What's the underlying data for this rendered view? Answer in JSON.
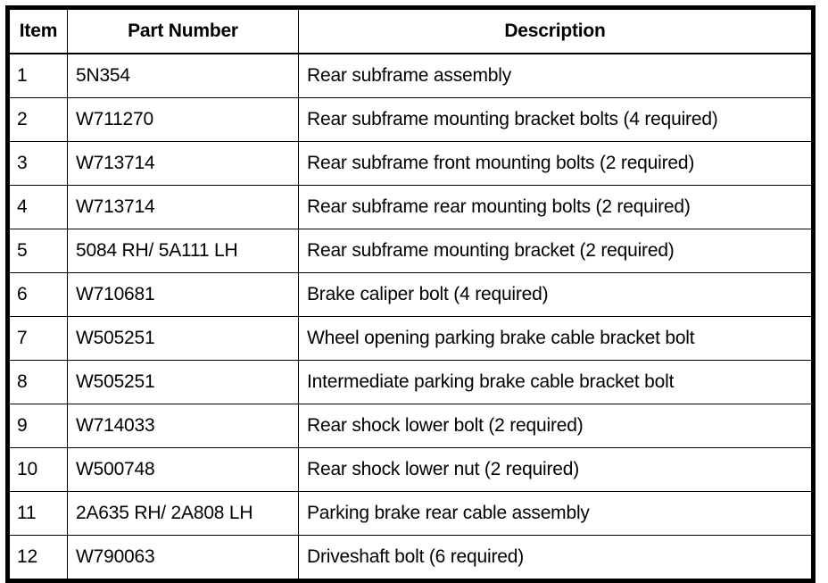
{
  "table": {
    "columns": [
      {
        "key": "item",
        "label": "Item"
      },
      {
        "key": "part_number",
        "label": "Part Number"
      },
      {
        "key": "description",
        "label": "Description"
      }
    ],
    "rows": [
      {
        "item": "1",
        "part_number": "5N354",
        "description": "Rear subframe assembly"
      },
      {
        "item": "2",
        "part_number": "W711270",
        "description": "Rear subframe mounting bracket bolts (4 required)"
      },
      {
        "item": "3",
        "part_number": "W713714",
        "description": "Rear subframe front mounting bolts (2 required)"
      },
      {
        "item": "4",
        "part_number": "W713714",
        "description": "Rear subframe rear mounting bolts (2 required)"
      },
      {
        "item": "5",
        "part_number": "5084 RH/ 5A111 LH",
        "description": "Rear subframe mounting bracket (2 required)"
      },
      {
        "item": "6",
        "part_number": "W710681",
        "description": "Brake caliper bolt (4 required)"
      },
      {
        "item": "7",
        "part_number": "W505251",
        "description": "Wheel opening parking brake cable bracket bolt"
      },
      {
        "item": "8",
        "part_number": "W505251",
        "description": "Intermediate parking brake cable bracket bolt"
      },
      {
        "item": "9",
        "part_number": "W714033",
        "description": "Rear shock lower bolt (2 required)"
      },
      {
        "item": "10",
        "part_number": "W500748",
        "description": "Rear shock lower nut (2 required)"
      },
      {
        "item": "11",
        "part_number": "2A635 RH/ 2A808 LH",
        "description": "Parking brake rear cable assembly"
      },
      {
        "item": "12",
        "part_number": "W790063",
        "description": "Driveshaft bolt (6 required)"
      }
    ]
  },
  "colors": {
    "text": "#000000",
    "background": "#ffffff",
    "border": "#000000"
  }
}
